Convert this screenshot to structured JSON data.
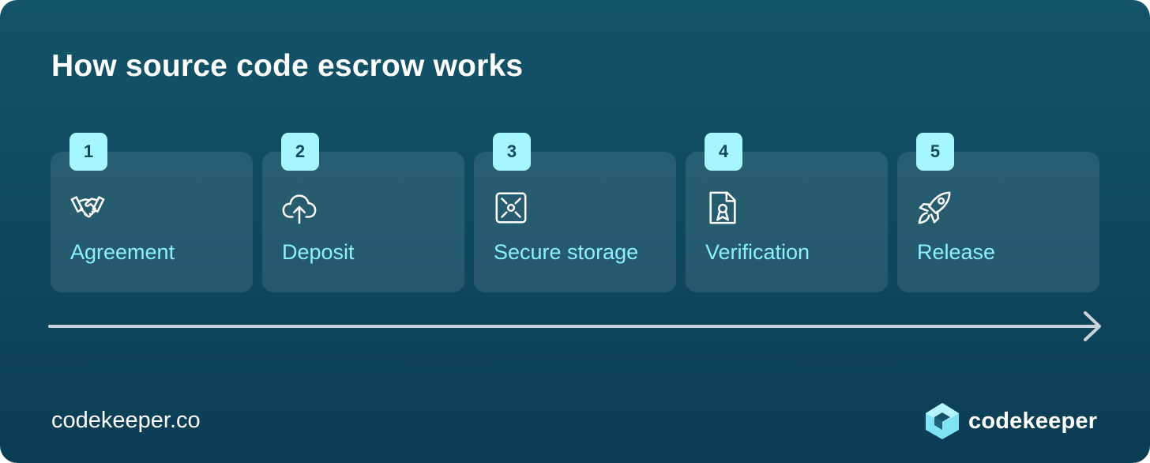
{
  "title": "How source code escrow works",
  "steps": [
    {
      "number": "1",
      "label": "Agreement",
      "icon": "handshake-icon"
    },
    {
      "number": "2",
      "label": "Deposit",
      "icon": "cloud-upload-icon"
    },
    {
      "number": "3",
      "label": "Secure storage",
      "icon": "safe-icon"
    },
    {
      "number": "4",
      "label": "Verification",
      "icon": "certificate-document-icon"
    },
    {
      "number": "5",
      "label": "Release",
      "icon": "rocket-icon"
    }
  ],
  "footer": {
    "website": "codekeeper.co",
    "brand": "codekeeper"
  },
  "colors": {
    "background_top": "#145468",
    "background_bottom": "#0b3d55",
    "badge": "#a6f6ff",
    "label": "#8cefff",
    "icon": "#ffffff",
    "arrow": "#c8d4da",
    "logo_mark": "#7fe3f5"
  }
}
